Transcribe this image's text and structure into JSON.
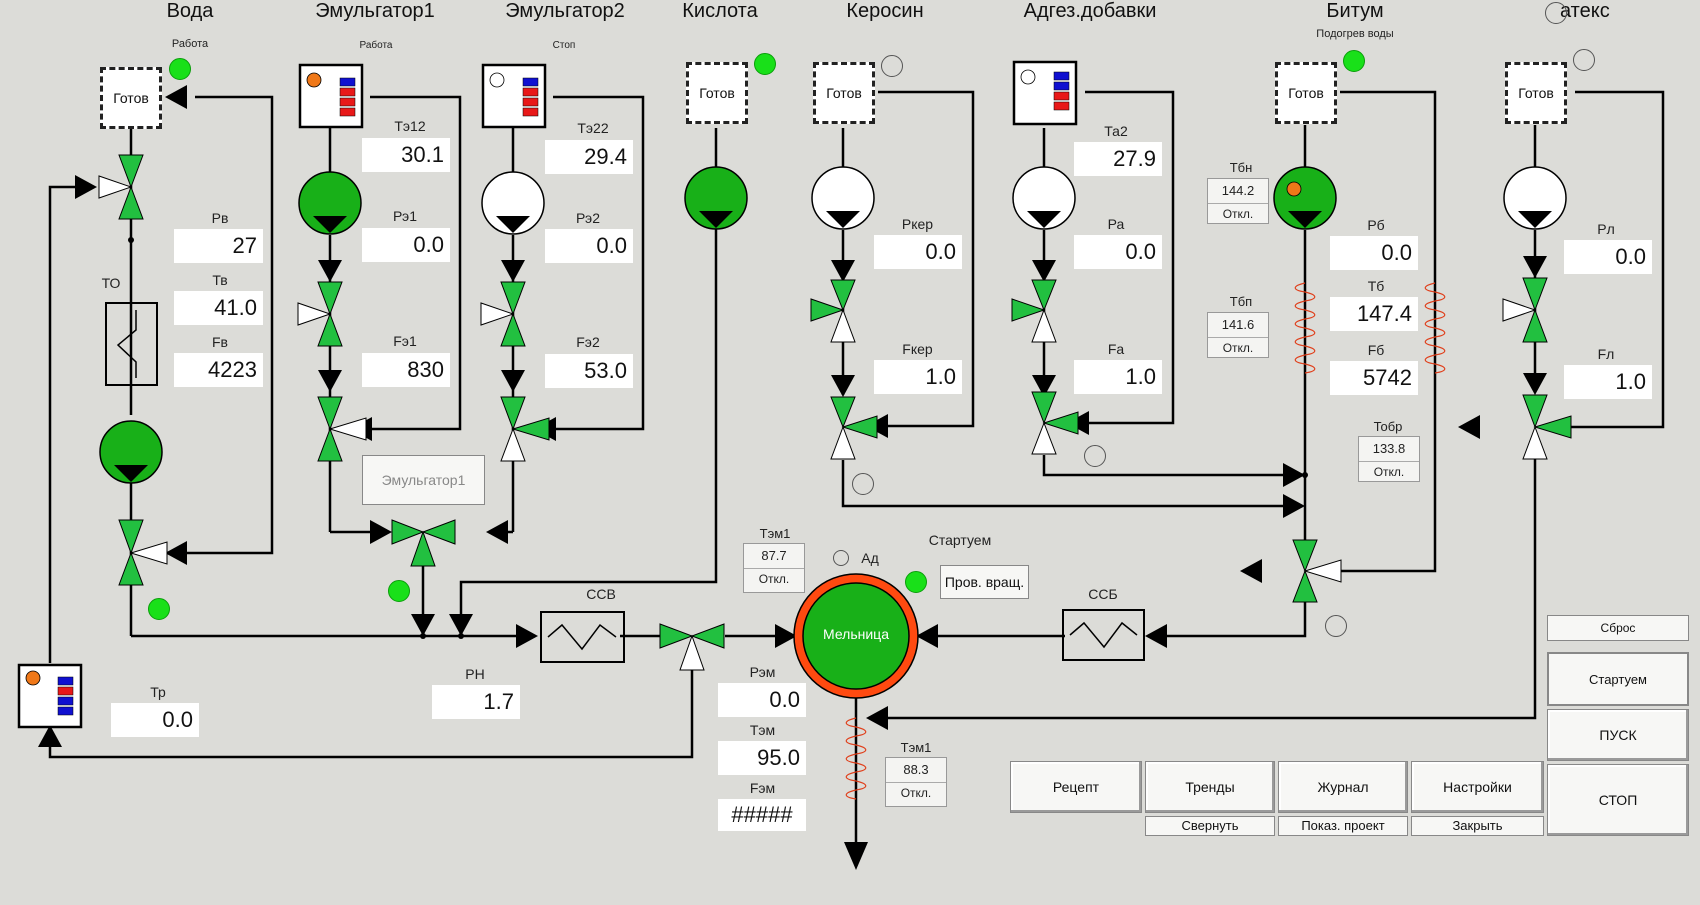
{
  "headers": {
    "water": "Вода",
    "emul1": "Эмульгатор1",
    "emul2": "Эмульгатор2",
    "acid": "Кислота",
    "kerosene": "Керосин",
    "adhesive": "Адгез.добавки",
    "bitumen": "Битум",
    "latex": "атекс"
  },
  "status_texts": {
    "water": "Работа",
    "emul1": "Работа",
    "emul2": "Стоп",
    "bitumen": "Подогрев воды",
    "mill": "Стартуем"
  },
  "ready_label": "Готов",
  "values": {
    "pv": {
      "label": "Рв",
      "value": "27"
    },
    "tv": {
      "label": "Тв",
      "value": "41.0"
    },
    "fv": {
      "label": "Fв",
      "value": "4223"
    },
    "te12": {
      "label": "Тэ12",
      "value": "30.1"
    },
    "pe1": {
      "label": "Рэ1",
      "value": "0.0"
    },
    "fe1": {
      "label": "Fэ1",
      "value": "830"
    },
    "te22": {
      "label": "Тэ22",
      "value": "29.4"
    },
    "pe2": {
      "label": "Рэ2",
      "value": "0.0"
    },
    "fe2": {
      "label": "Fэ2",
      "value": "53.0"
    },
    "pker": {
      "label": "Ркер",
      "value": "0.0"
    },
    "fker": {
      "label": "Fкер",
      "value": "1.0"
    },
    "ta2": {
      "label": "Та2",
      "value": "27.9"
    },
    "pa": {
      "label": "Ра",
      "value": "0.0"
    },
    "fa": {
      "label": "Fа",
      "value": "1.0"
    },
    "pb": {
      "label": "Рб",
      "value": "0.0"
    },
    "tb": {
      "label": "Тб",
      "value": "147.4"
    },
    "fb": {
      "label": "Fб",
      "value": "5742"
    },
    "pl": {
      "label": "Рл",
      "value": "0.0"
    },
    "fl": {
      "label": "Fл",
      "value": "1.0"
    },
    "tr": {
      "label": "Тр",
      "value": "0.0"
    },
    "rn": {
      "label": "РН",
      "value": "1.7"
    },
    "pem": {
      "label": "Рэм",
      "value": "0.0"
    },
    "tem": {
      "label": "Тэм",
      "value": "95.0"
    },
    "fem": {
      "label": "Fэм",
      "value": "#####"
    }
  },
  "alarm_boxes": {
    "tbn": {
      "label": "Тбн",
      "value": "144.2",
      "button": "Откл."
    },
    "tbp": {
      "label": "Тбп",
      "value": "141.6",
      "button": "Откл."
    },
    "tobr": {
      "label": "Тобр",
      "value": "133.8",
      "button": "Откл."
    },
    "tem1_top": {
      "label": "Тэм1",
      "value": "87.7",
      "button": "Откл."
    },
    "tem1_bottom": {
      "label": "Тэм1",
      "value": "88.3",
      "button": "Откл."
    }
  },
  "labels": {
    "to": "ТО",
    "ccb": "ССВ",
    "ccb2": "ССБ",
    "ad": "Ад",
    "mill": "Мельница"
  },
  "buttons": {
    "emul1_btn": "Эмульгатор1",
    "check_rotation": "Пров. вращ.",
    "recipe": "Рецепт",
    "trends": "Тренды",
    "journal": "Журнал",
    "settings": "Настройки",
    "minimize": "Свернуть",
    "show_project": "Показ. проект",
    "close": "Закрыть",
    "reset": "Сброс",
    "starting": "Стартуем",
    "start": "ПУСК",
    "stop": "СТОП"
  },
  "colors": {
    "pump_on": "#18b018",
    "valve_green": "#22c040",
    "lamp_on": "#19e019",
    "mill_ring": "#ff4a10",
    "heater": "#e0401c",
    "indicator_orange": "#f07818",
    "level_red": "#e81818",
    "level_blue": "#1010d0"
  }
}
